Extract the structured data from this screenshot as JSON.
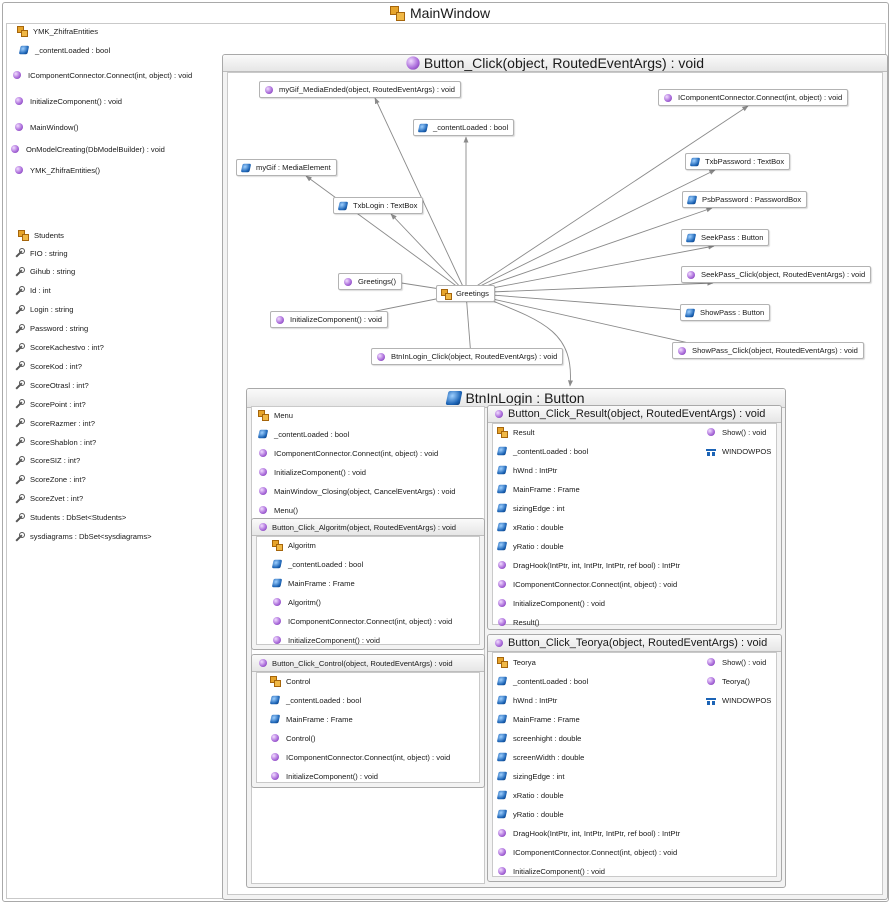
{
  "window": {
    "title": "MainWindow"
  },
  "left": {
    "entities": {
      "name": "YMK_ZhifraEntities",
      "members": [
        {
          "icon": "field",
          "text": "_contentLoaded : bool"
        },
        {
          "icon": "method",
          "text": "IComponentConnector.Connect(int, object) : void"
        },
        {
          "icon": "method",
          "text": "InitializeComponent() : void"
        },
        {
          "icon": "method",
          "text": "MainWindow()"
        },
        {
          "icon": "method",
          "text": "OnModelCreating(DbModelBuilder) : void"
        },
        {
          "icon": "method",
          "text": "YMK_ZhifraEntities()"
        }
      ]
    },
    "students": {
      "name": "Students",
      "members": [
        {
          "icon": "prop",
          "text": "FIO : string"
        },
        {
          "icon": "prop",
          "text": "Gihub : string"
        },
        {
          "icon": "prop",
          "text": "Id : int"
        },
        {
          "icon": "prop",
          "text": "Login : string"
        },
        {
          "icon": "prop",
          "text": "Password : string"
        },
        {
          "icon": "prop",
          "text": "ScoreKachestvo : int?"
        },
        {
          "icon": "prop",
          "text": "ScoreKod : int?"
        },
        {
          "icon": "prop",
          "text": "ScoreOtrasl : int?"
        },
        {
          "icon": "prop",
          "text": "ScorePoint : int?"
        },
        {
          "icon": "prop",
          "text": "ScoreRazmer : int?"
        },
        {
          "icon": "prop",
          "text": "ScoreShablon : int?"
        },
        {
          "icon": "prop",
          "text": "ScoreSIZ : int?"
        },
        {
          "icon": "prop",
          "text": "ScoreZone : int?"
        },
        {
          "icon": "prop",
          "text": "ScoreZvet : int?"
        },
        {
          "icon": "prop",
          "text": "Students : DbSet<Students>"
        },
        {
          "icon": "prop",
          "text": "sysdiagrams : DbSet<sysdiagrams>"
        }
      ]
    }
  },
  "button_click": {
    "title": "Button_Click(object, RoutedEventArgs) : void",
    "center": {
      "icon": "cls",
      "text": "Greetings"
    },
    "nodes": [
      {
        "icon": "method",
        "text": "myGif_MediaEnded(object, RoutedEventArgs) : void"
      },
      {
        "icon": "method",
        "text": "IComponentConnector.Connect(int, object) : void"
      },
      {
        "icon": "field",
        "text": "_contentLoaded : bool"
      },
      {
        "icon": "field",
        "text": "myGif : MediaElement"
      },
      {
        "icon": "field",
        "text": "TxbPassword : TextBox"
      },
      {
        "icon": "field",
        "text": "TxbLogin : TextBox"
      },
      {
        "icon": "field",
        "text": "PsbPassword : PasswordBox"
      },
      {
        "icon": "field",
        "text": "SeekPass : Button"
      },
      {
        "icon": "method",
        "text": "Greetings()"
      },
      {
        "icon": "method",
        "text": "SeekPass_Click(object, RoutedEventArgs) : void"
      },
      {
        "icon": "method",
        "text": "InitializeComponent() : void"
      },
      {
        "icon": "field",
        "text": "ShowPass : Button"
      },
      {
        "icon": "method",
        "text": "ShowPass_Click(object, RoutedEventArgs) : void"
      },
      {
        "icon": "method",
        "text": "BtnInLogin_Click(object, RoutedEventArgs) : void"
      }
    ]
  },
  "btninlogin": {
    "title": "BtnInLogin : Button",
    "menu": [
      {
        "icon": "cls",
        "text": "Menu"
      },
      {
        "icon": "field",
        "text": "_contentLoaded : bool"
      },
      {
        "icon": "method",
        "text": "IComponentConnector.Connect(int, object) : void"
      },
      {
        "icon": "method",
        "text": "InitializeComponent() : void"
      },
      {
        "icon": "method",
        "text": "MainWindow_Closing(object, CancelEventArgs) : void"
      },
      {
        "icon": "method",
        "text": "Menu()"
      }
    ],
    "algoritm": {
      "title": "Button_Click_Algoritm(object, RoutedEventArgs) : void",
      "items": [
        {
          "icon": "cls",
          "text": "Algoritm"
        },
        {
          "icon": "field",
          "text": "_contentLoaded : bool"
        },
        {
          "icon": "field",
          "text": "MainFrame : Frame"
        },
        {
          "icon": "method",
          "text": "Algoritm()"
        },
        {
          "icon": "method",
          "text": "IComponentConnector.Connect(int, object) : void"
        },
        {
          "icon": "method",
          "text": "InitializeComponent() : void"
        }
      ]
    },
    "control": {
      "title": "Button_Click_Control(object, RoutedEventArgs) : void",
      "items": [
        {
          "icon": "cls",
          "text": "Control"
        },
        {
          "icon": "field",
          "text": "_contentLoaded : bool"
        },
        {
          "icon": "field",
          "text": "MainFrame : Frame"
        },
        {
          "icon": "method",
          "text": "Control()"
        },
        {
          "icon": "method",
          "text": "IComponentConnector.Connect(int, object) : void"
        },
        {
          "icon": "method",
          "text": "InitializeComponent() : void"
        }
      ]
    },
    "result": {
      "title": "Button_Click_Result(object, RoutedEventArgs) : void",
      "items": [
        {
          "icon": "cls",
          "text": "Result"
        },
        {
          "icon": "field",
          "text": "_contentLoaded : bool"
        },
        {
          "icon": "field",
          "text": "hWnd : IntPtr"
        },
        {
          "icon": "field",
          "text": "MainFrame : Frame"
        },
        {
          "icon": "field",
          "text": "sizingEdge : int"
        },
        {
          "icon": "field",
          "text": "xRatio : double"
        },
        {
          "icon": "field",
          "text": "yRatio : double"
        },
        {
          "icon": "method",
          "text": "DragHook(IntPtr, int, IntPtr, IntPtr, ref bool) : IntPtr"
        },
        {
          "icon": "method",
          "text": "IComponentConnector.Connect(int, object) : void"
        },
        {
          "icon": "method",
          "text": "InitializeComponent() : void"
        },
        {
          "icon": "method",
          "text": "Result()"
        }
      ],
      "side": [
        {
          "icon": "method",
          "text": "Show() : void"
        },
        {
          "icon": "struct",
          "text": "WINDOWPOS"
        }
      ]
    },
    "teorya": {
      "title": "Button_Click_Teorya(object, RoutedEventArgs) : void",
      "items": [
        {
          "icon": "cls",
          "text": "Teorya"
        },
        {
          "icon": "field",
          "text": "_contentLoaded : bool"
        },
        {
          "icon": "field",
          "text": "hWnd : IntPtr"
        },
        {
          "icon": "field",
          "text": "MainFrame : Frame"
        },
        {
          "icon": "field",
          "text": "screenhight : double"
        },
        {
          "icon": "field",
          "text": "screenWidth : double"
        },
        {
          "icon": "field",
          "text": "sizingEdge : int"
        },
        {
          "icon": "field",
          "text": "xRatio : double"
        },
        {
          "icon": "field",
          "text": "yRatio : double"
        },
        {
          "icon": "method",
          "text": "DragHook(IntPtr, int, IntPtr, IntPtr, ref bool) : IntPtr"
        },
        {
          "icon": "method",
          "text": "IComponentConnector.Connect(int, object) : void"
        },
        {
          "icon": "method",
          "text": "InitializeComponent() : void"
        }
      ],
      "side": [
        {
          "icon": "method",
          "text": "Show() : void"
        },
        {
          "icon": "method",
          "text": "Teorya()"
        },
        {
          "icon": "struct",
          "text": "WINDOWPOS"
        }
      ]
    }
  }
}
